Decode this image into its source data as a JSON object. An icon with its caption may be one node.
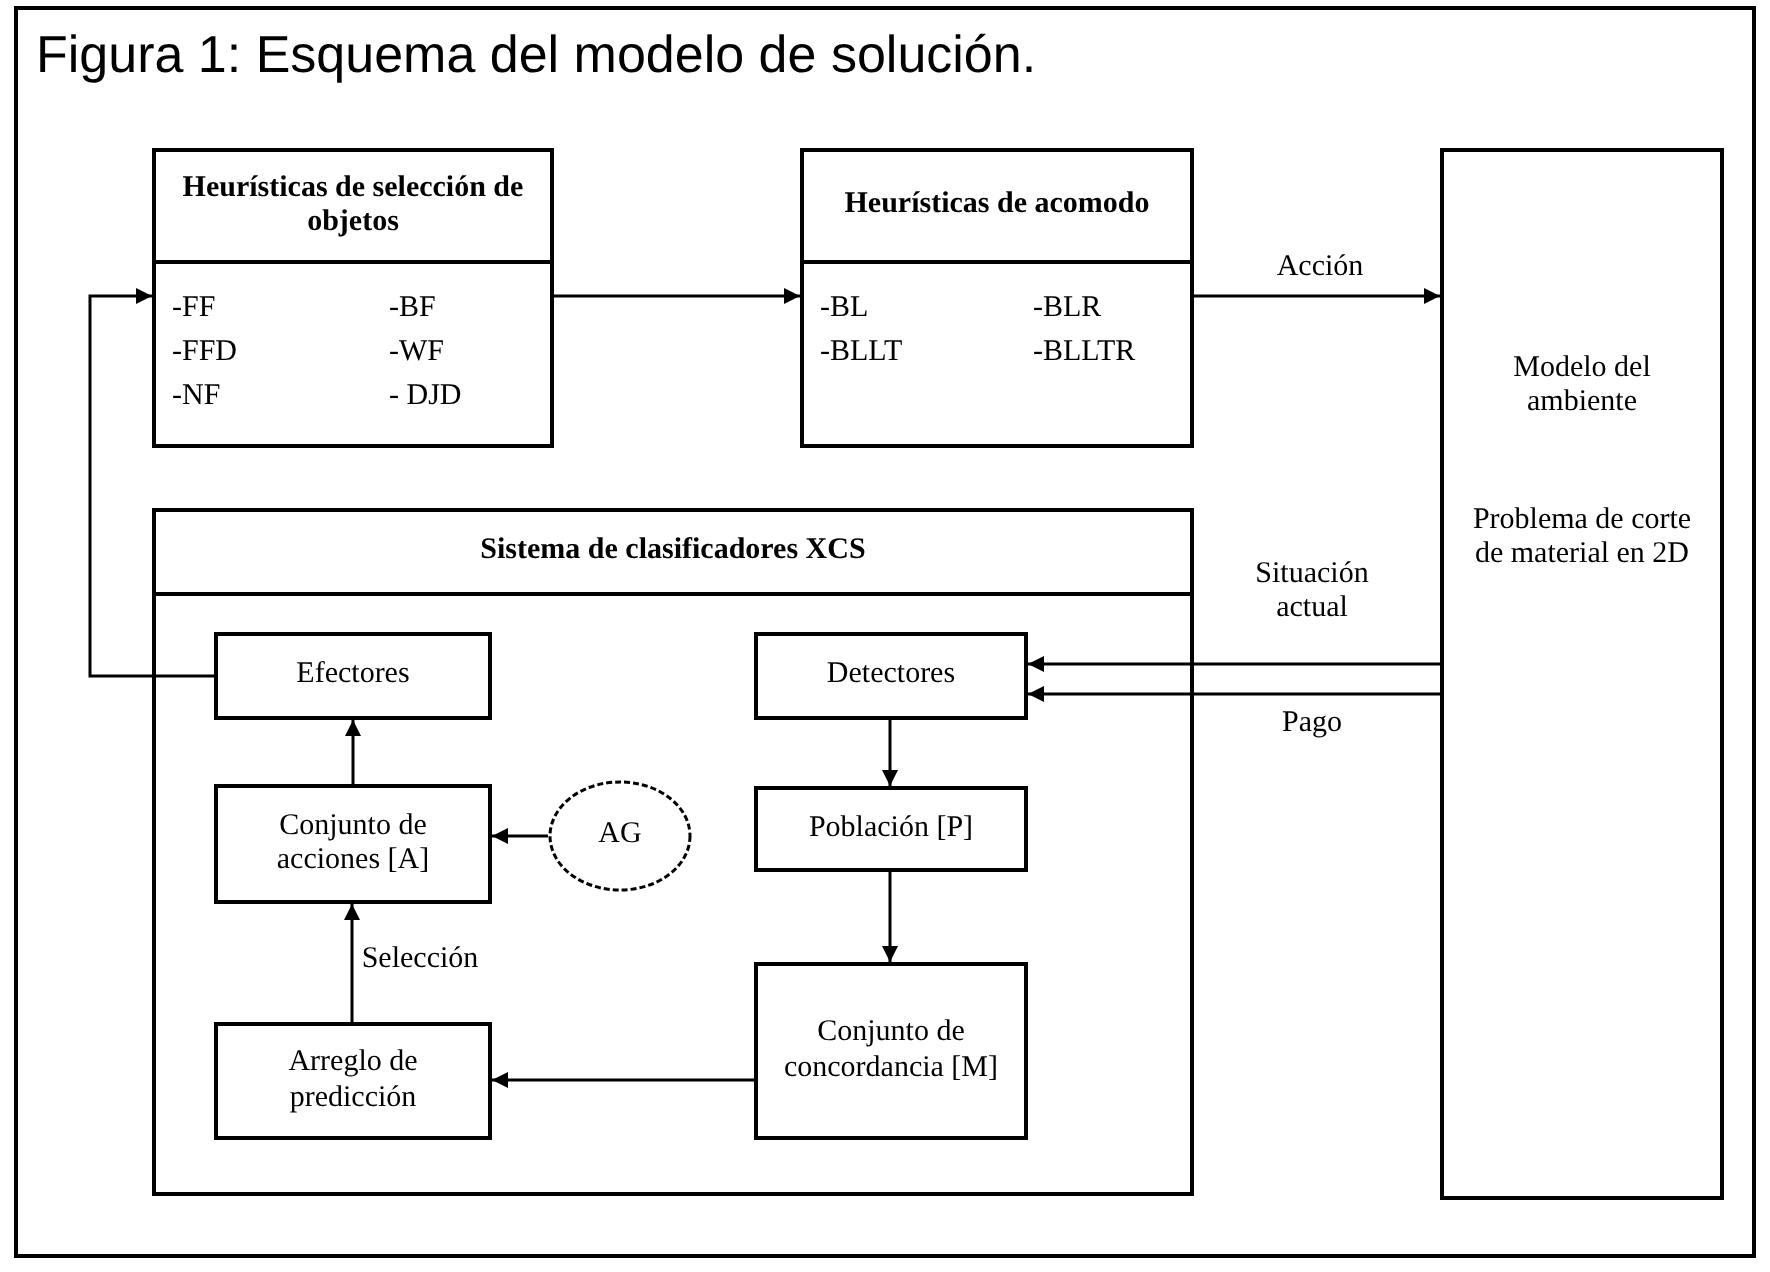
{
  "diagram": {
    "title": "Figura 1: Esquema del modelo de solución.",
    "nodes": [
      {
        "text": [
          "Heurísticas de selección de objetos",
          "-FF",
          "-BF",
          "-FFD",
          "-WF",
          "-NF",
          "- DJD"
        ]
      },
      {
        "text": [
          "Heurísticas de acomodo",
          "-BL",
          "-BLR",
          "-BLLT",
          "-BLLTR"
        ]
      },
      {
        "text": [
          "Modelo del ambiente",
          "Problema de corte de material en 2D"
        ]
      },
      {
        "text": [
          "Sistema de clasificadores XCS"
        ]
      },
      {
        "text": [
          "Efectores"
        ],
        "in": 3
      },
      {
        "text": [
          "Detectores"
        ],
        "in": 3
      },
      {
        "text": [
          "Conjunto de acciones [A]"
        ],
        "in": 3
      },
      {
        "text": [
          "AG"
        ],
        "in": 3
      },
      {
        "text": [
          "Población [P]"
        ],
        "in": 3
      },
      {
        "text": [
          "Arreglo de predicción"
        ],
        "in": 3
      },
      {
        "text": [
          "Conjunto de concordancia [M]"
        ],
        "in": 3
      }
    ],
    "edges": [
      {
        "from": 0,
        "to": 1,
        "arrow": "to"
      },
      {
        "from": 1,
        "to": 2,
        "arrow": "to",
        "label": "Acción"
      },
      {
        "from": 4,
        "to": 0,
        "arrow": "to"
      },
      {
        "from": 6,
        "to": 4,
        "arrow": "to"
      },
      {
        "from": 7,
        "to": 6,
        "arrow": "to"
      },
      {
        "from": 2,
        "to": 5,
        "arrow": "to",
        "label": "Situación actual"
      },
      {
        "from": 2,
        "to": 5,
        "arrow": "to",
        "label": "Pago"
      },
      {
        "from": 5,
        "to": 8,
        "arrow": "to"
      },
      {
        "from": 8,
        "to": 10,
        "arrow": "to"
      },
      {
        "from": 10,
        "to": 9,
        "arrow": "to"
      },
      {
        "from": 9,
        "to": 6,
        "arrow": "to",
        "label": "Selección"
      }
    ]
  }
}
